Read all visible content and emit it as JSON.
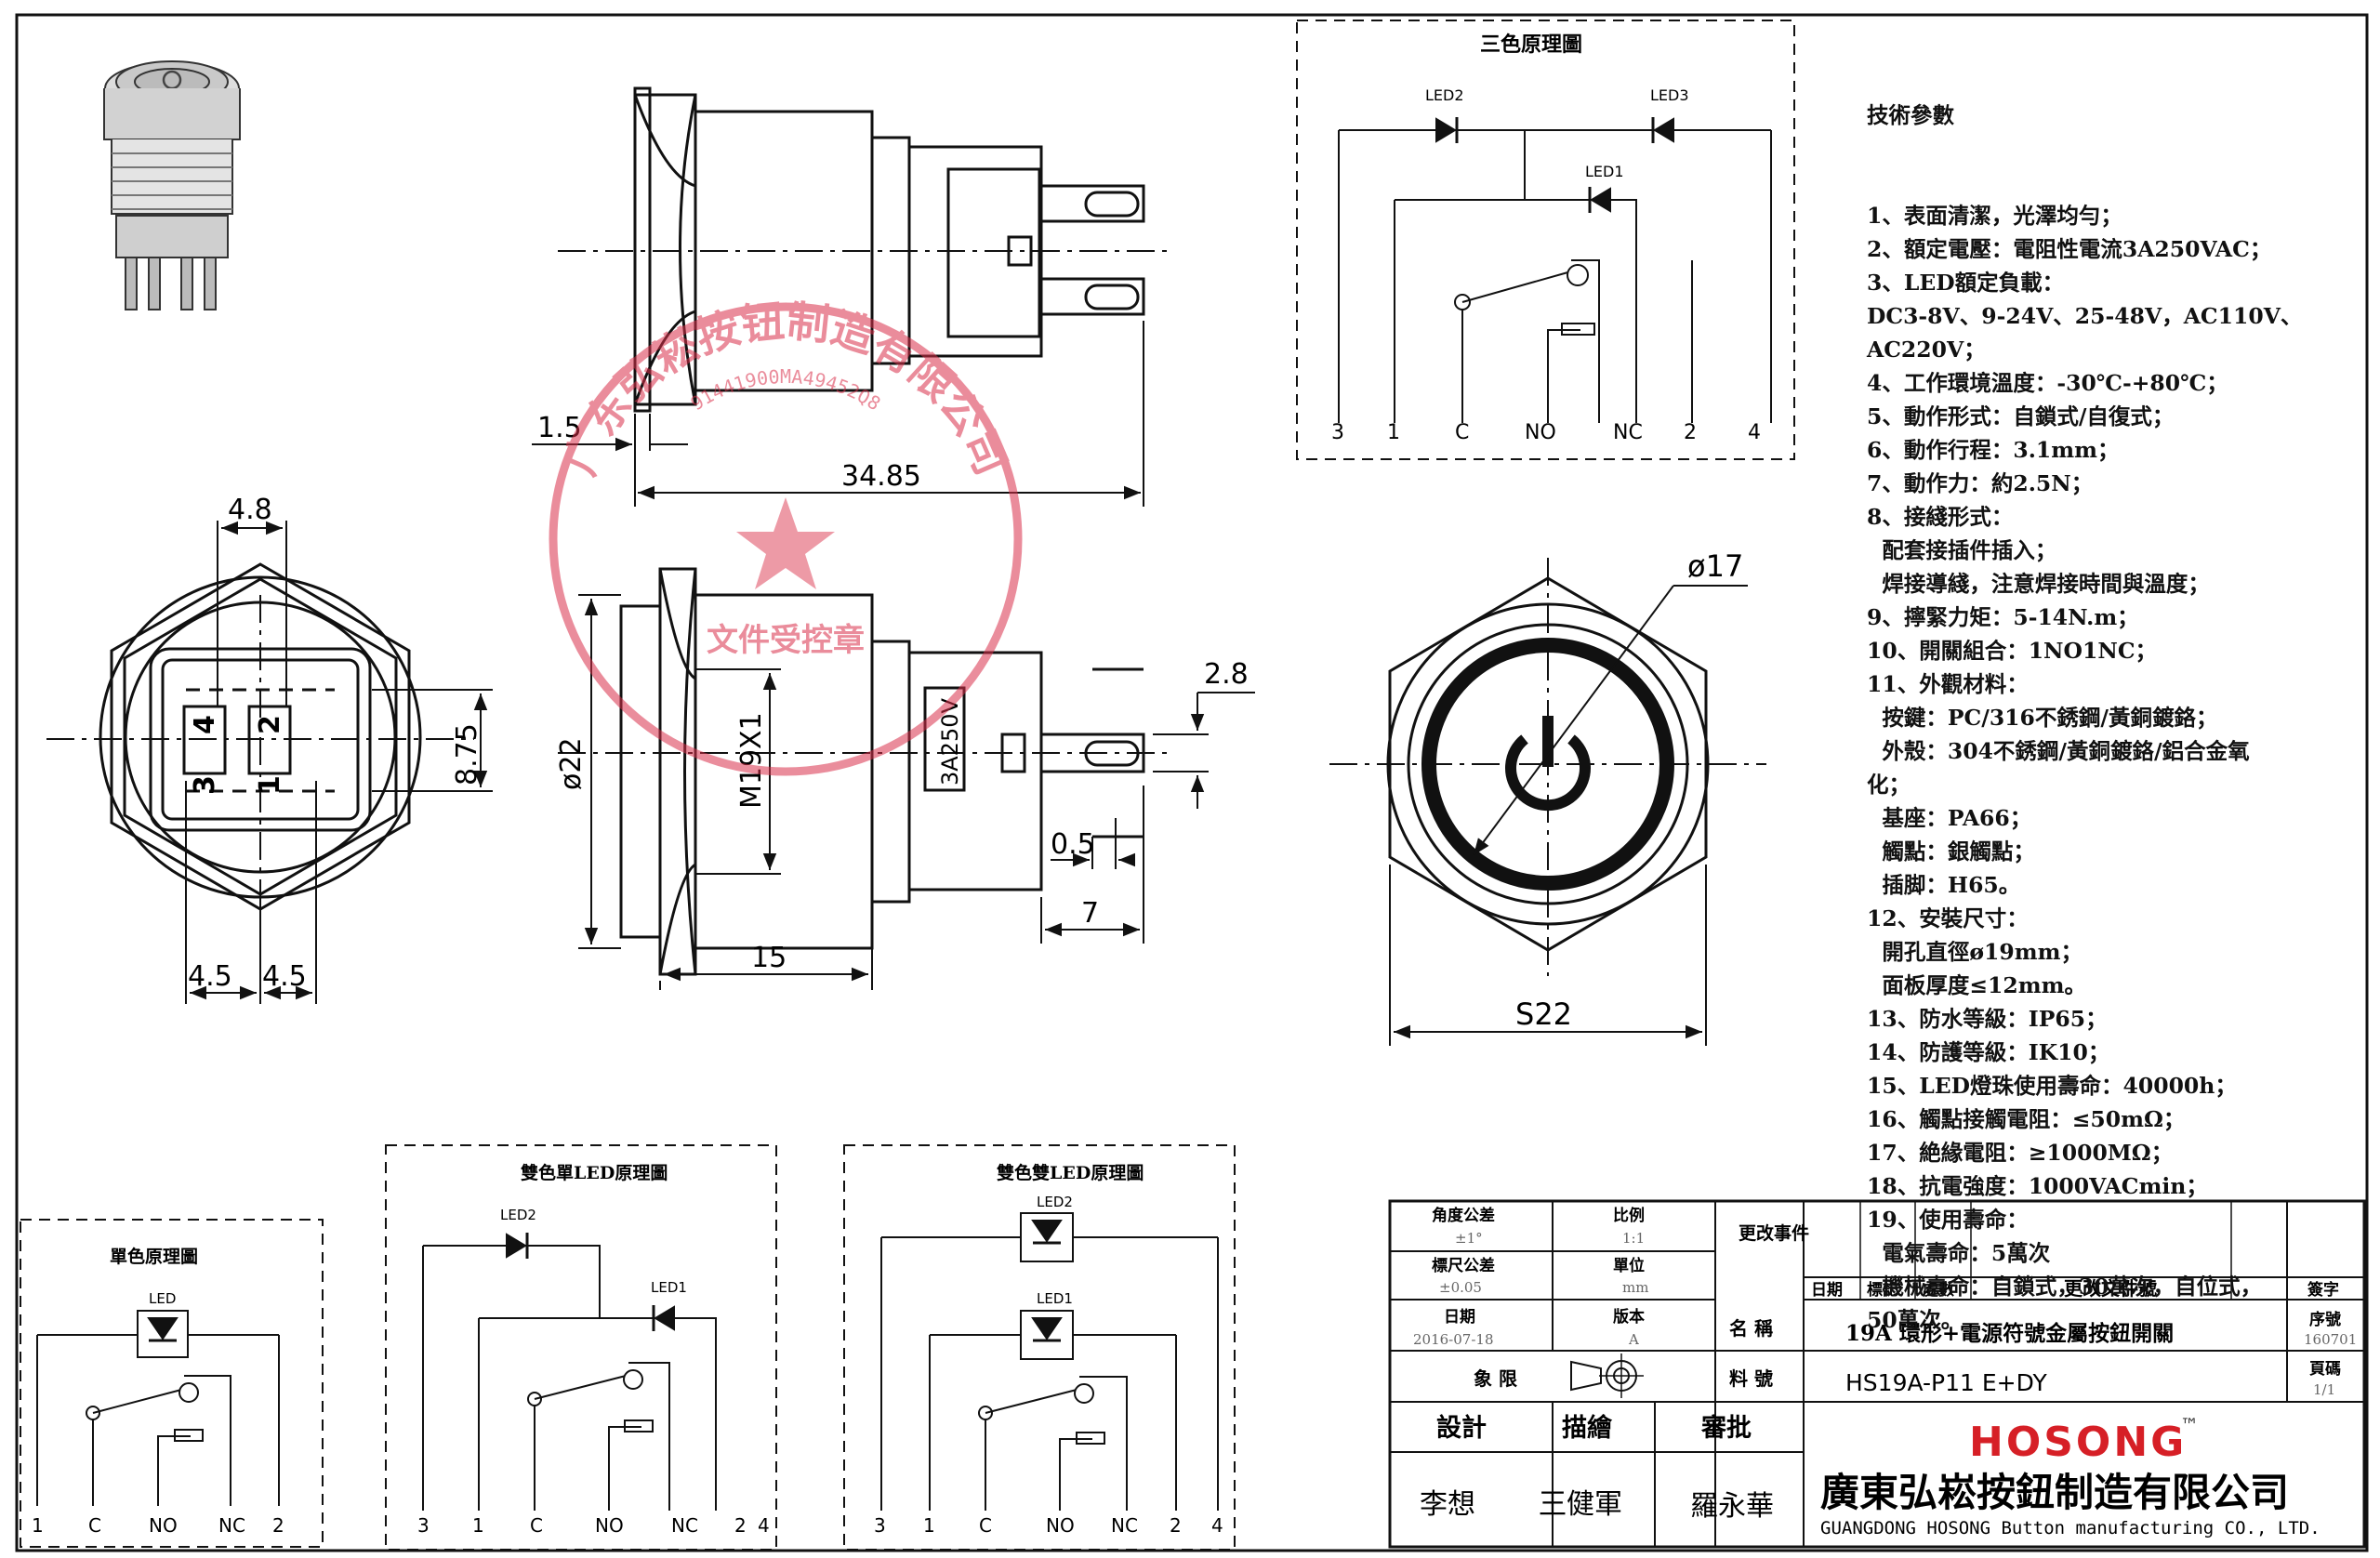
{
  "drawing": {
    "dims": {
      "panel_gap": "1.5",
      "body_length": "34.85",
      "terminal_width": "4.8",
      "terminal_pitch": "8.75",
      "terminal_offset_left": "4.5",
      "terminal_offset_right": "4.5",
      "flange_diameter": "ø22",
      "thread": "M19X1",
      "front_length": "15",
      "terminal_thickness": "2.8",
      "terminal_gap": "0.5",
      "terminal_length": "7",
      "ring_diameter": "ø17",
      "hex_size": "S22"
    },
    "switch_marking": "3A250V",
    "terminal_labels": {
      "t4": "4",
      "t2": "2",
      "t3": "3",
      "t1": "1"
    },
    "seal_text": "广东弘崧按钮制造有限公司",
    "seal_sub": "文件受控章",
    "seal_number": "91441900MA49452Q8"
  },
  "schematics": {
    "tricolor": {
      "title": "三色原理圖",
      "leds": [
        "LED2",
        "LED3",
        "LED1"
      ],
      "pins": [
        "3",
        "1",
        "C",
        "NO",
        "NC",
        "2",
        "4"
      ]
    },
    "bicolor_single": {
      "title": "雙色單LED原理圖",
      "leds": [
        "LED2",
        "LED1"
      ],
      "pins": [
        "3",
        "1",
        "C",
        "NO",
        "NC",
        "2",
        "4"
      ]
    },
    "bicolor_double": {
      "title": "雙色雙LED原理圖",
      "leds": [
        "LED2",
        "LED1"
      ],
      "pins": [
        "3",
        "1",
        "C",
        "NO",
        "NC",
        "2",
        "4"
      ]
    },
    "single": {
      "title": "單色原理圖",
      "leds": [
        "LED"
      ],
      "pins": [
        "1",
        "C",
        "NO",
        "NC",
        "2"
      ]
    }
  },
  "specs": {
    "title": "技術參數",
    "lines": [
      "1、表面清潔，光澤均勻；",
      "2、額定電壓：電阻性電流3A250VAC；",
      "3、LED額定負載：",
      "DC3-8V、9-24V、25-48V，AC110V、",
      "AC220V；",
      "4、工作環境溫度：-30℃-+80℃；",
      "5、動作形式：自鎖式/自復式；",
      "6、動作行程：3.1mm；",
      "7、動作力：約2.5N；",
      "8、接綫形式：",
      "  配套接插件插入；",
      "  焊接導綫，注意焊接時間與溫度；",
      "9、擰緊力矩：5-14N.m；",
      "10、開關組合：1NO1NC；",
      "11、外觀材料：",
      "  按鍵：PC/316不銹鋼/黃銅鍍鉻；",
      "  外殼：304不銹鋼/黃銅鍍鉻/鋁合金氧",
      "化；",
      "  基座：PA66；",
      "  觸點：銀觸點；",
      "  插脚：H65。",
      "12、安裝尺寸：",
      "  開孔直徑ø19mm；",
      "  面板厚度≤12mm。",
      "13、防水等級：IP65；",
      "14、防護等級：IK10；",
      "15、LED燈珠使用壽命：40000h；",
      "16、觸點接觸電阻：≤50mΩ；",
      "17、絶緣電阻：≥1000MΩ；",
      "18、抗電強度：1000VACmin；",
      "19、使用壽命：",
      "  電氣壽命：5萬次",
      "  機械壽命：自鎖式，30萬次，自位式，",
      "50萬次。"
    ]
  },
  "title_block": {
    "angle_tol_label": "角度公差",
    "angle_tol_value": "±1°",
    "scale_label": "比例",
    "scale_value": "1:1",
    "change_label": "更改事件",
    "dim_tol_label": "標尺公差",
    "dim_tol_value": "±0.05",
    "unit_label": "單位",
    "unit_value": "mm",
    "date_label": "日期",
    "date_value": "2016-07-18",
    "version_label": "版本",
    "version_value": "A",
    "col_date": "日期",
    "col_mark": "標記",
    "col_count": "處數",
    "col_doc": "更改文件號",
    "col_sign": "簽字",
    "name_label": "名 稱",
    "name_value": "19A 環形+電源符號金屬按鈕開關",
    "seq_label": "序號",
    "seq_value": "160701",
    "quadrant_label": "象 限",
    "part_label": "料 號",
    "part_value": "HS19A-P11 E+DY",
    "page_label": "頁碼",
    "page_value": "1/1",
    "design_label": "設計",
    "draw_label": "描繪",
    "review_label": "審批",
    "designer": "李想",
    "drafter": "王健軍",
    "reviewer": "羅永華",
    "brand": "HOSONG",
    "brand_tm": "™",
    "company_cn": "廣東弘崧按鈕制造有限公司",
    "company_en": "GUANGDONG HOSONG Button manufacturing CO., LTD."
  }
}
